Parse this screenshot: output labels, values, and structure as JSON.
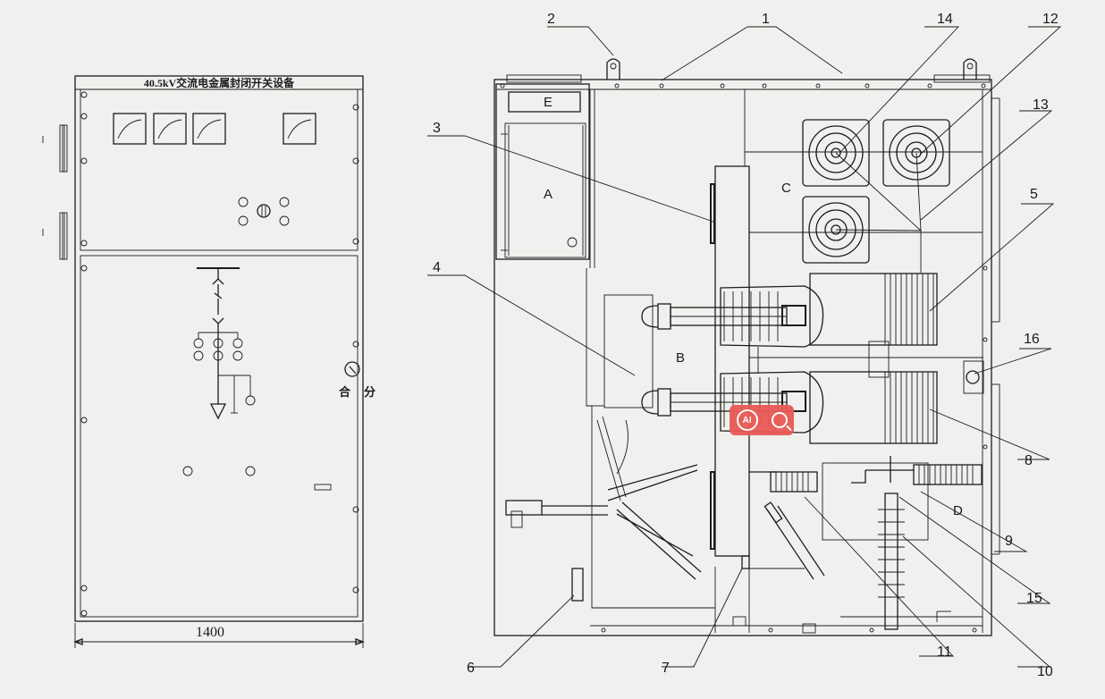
{
  "front_view": {
    "nameplate": "40.5kV交流电金属封闭开关设备",
    "status_close": "合",
    "status_open": "分",
    "width_dimension": "1400"
  },
  "side_view": {
    "zones": [
      "A",
      "B",
      "C",
      "D",
      "E"
    ],
    "callouts": [
      "1",
      "2",
      "3",
      "4",
      "5",
      "6",
      "7",
      "8",
      "9",
      "10",
      "11",
      "12",
      "13",
      "14",
      "15",
      "16"
    ]
  },
  "overlay": {
    "ai_badge_label": "AI",
    "ai_icon": "ai-assistant-icon",
    "search_icon": "magnifier-search-icon",
    "accent_color": "#e85a55"
  }
}
